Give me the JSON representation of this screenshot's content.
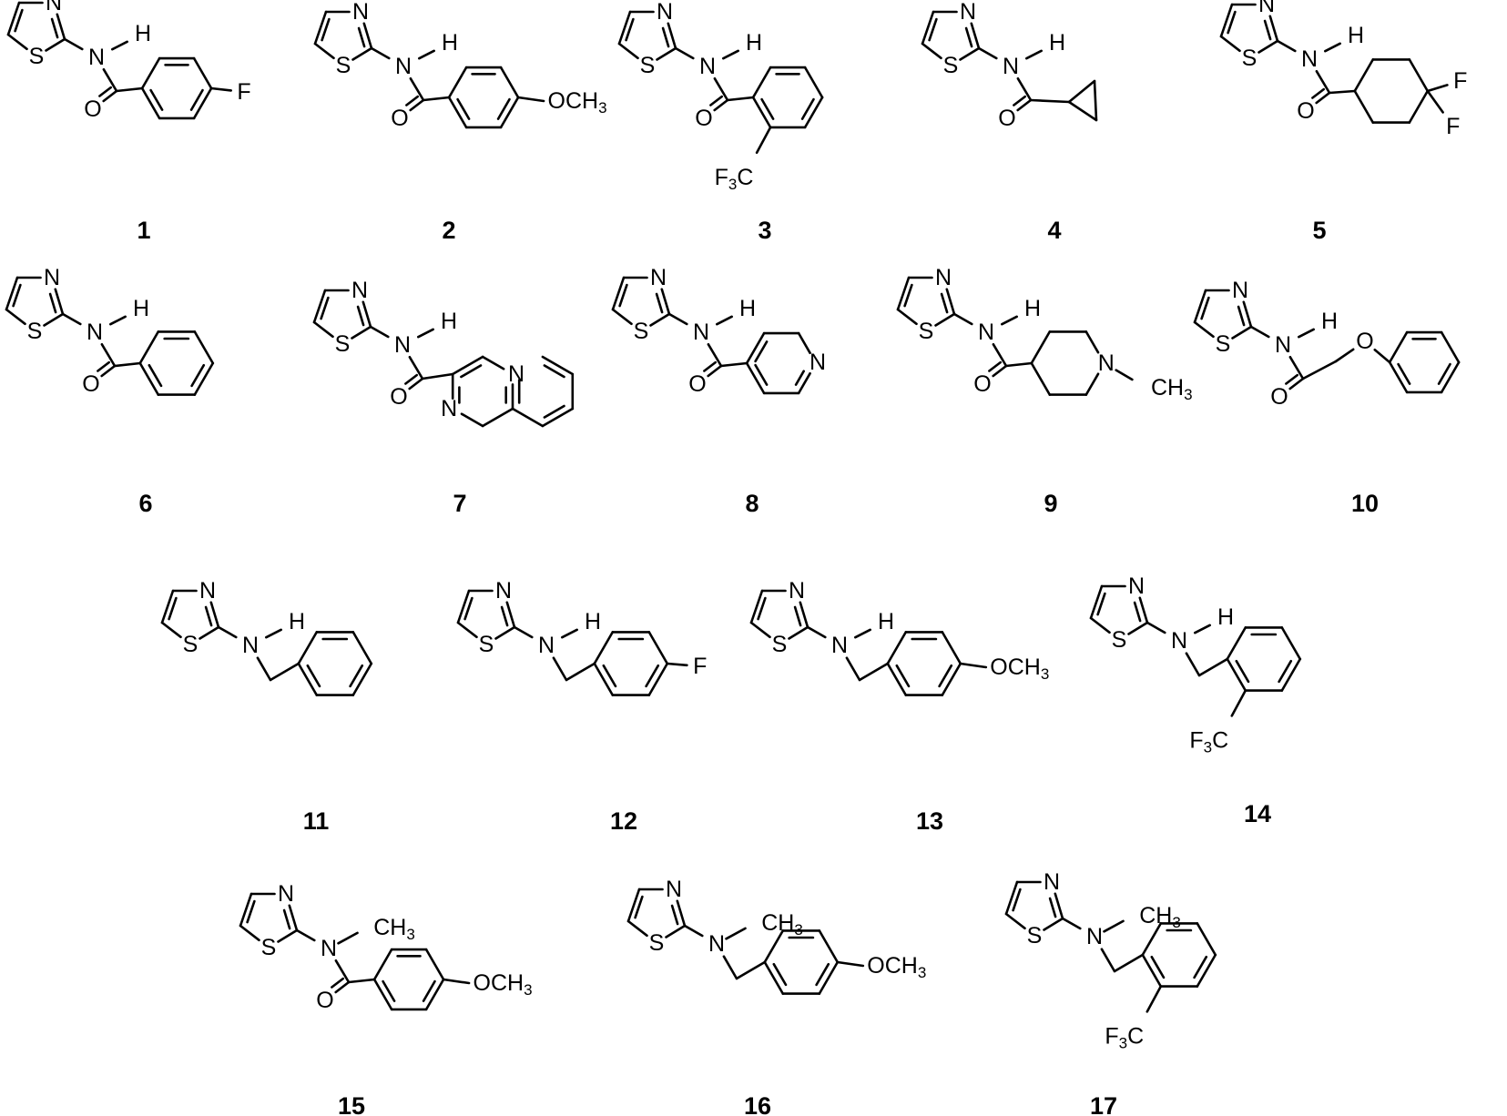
{
  "atoms": {
    "N": "N",
    "S": "S",
    "H": "H",
    "O": "O",
    "F": "F",
    "C": "C",
    "CH": "CH",
    "OCH": "OCH",
    "sub3": "3"
  },
  "compounds": [
    {
      "label": "1"
    },
    {
      "label": "2"
    },
    {
      "label": "3"
    },
    {
      "label": "4"
    },
    {
      "label": "5"
    },
    {
      "label": "6"
    },
    {
      "label": "7"
    },
    {
      "label": "8"
    },
    {
      "label": "9"
    },
    {
      "label": "10"
    },
    {
      "label": "11"
    },
    {
      "label": "12"
    },
    {
      "label": "13"
    },
    {
      "label": "14"
    },
    {
      "label": "15"
    },
    {
      "label": "16"
    },
    {
      "label": "17"
    }
  ]
}
